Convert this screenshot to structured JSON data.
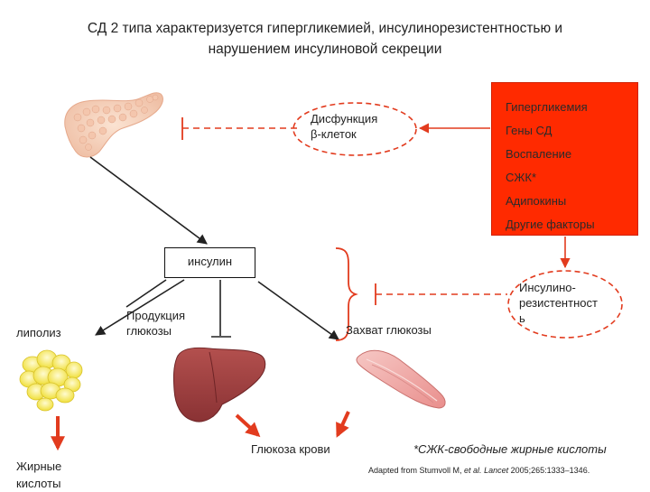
{
  "title": {
    "line1": "СД 2 типа характеризуется гипергликемией, инсулинорезистентностью и",
    "line2": "нарушением инсулиновой секреции"
  },
  "beta_dysfunction": {
    "line1": "Дисфункция",
    "line2": "β-клеток"
  },
  "risk_factors": [
    "Гипергликемия",
    "Гены СД",
    "Воспаление",
    "СЖК*",
    "Адипокины",
    "Другие факторы"
  ],
  "insulin_label": "инсулин",
  "insulin_resistance": {
    "line1": "Инсулино-",
    "line2": "резистентност",
    "line3": "ь"
  },
  "lipolysis": "липолиз",
  "glucose_production": {
    "line1": "Продукция",
    "line2": "глюкозы"
  },
  "glucose_uptake": "Захват глюкозы",
  "blood_glucose": "Глюкоза крови",
  "fatty_acids": {
    "line1": "Жирные",
    "line2": "кислоты"
  },
  "footnote": "*СЖК-свободные жирные кислоты",
  "reference": {
    "prefix": "Adapted from Stumvoll M, ",
    "etal": "et al.",
    "journal": "Lancet",
    "rest": " 2005;265:1333–1346."
  },
  "colors": {
    "red": "#e23b1e",
    "box_fill": "#ff2a00",
    "arrow_black": "#222222"
  }
}
